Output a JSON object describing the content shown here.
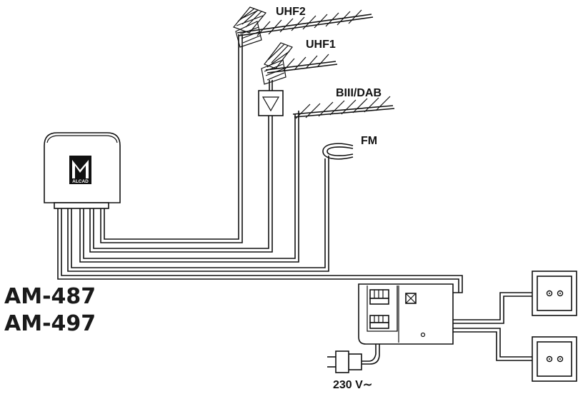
{
  "labels": {
    "uhf2": "UHF2",
    "uhf1": "UHF1",
    "biii_dab": "BIII/DAB",
    "fm": "FM",
    "power": "230 V∼"
  },
  "logo": {
    "text": "ALCAD"
  },
  "models": [
    "AM-487",
    "AM-497"
  ]
}
